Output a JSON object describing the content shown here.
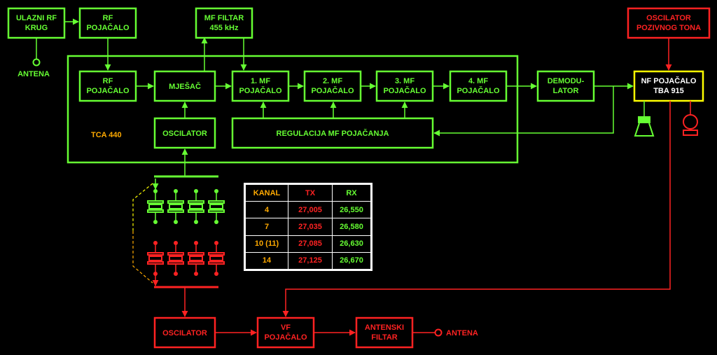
{
  "blocks": {
    "ulazni_rf": [
      "ULAZNI RF",
      "KRUG"
    ],
    "rf_top": [
      "RF",
      "POJAČALO"
    ],
    "mf_filtar": [
      "MF FILTAR",
      "455 kHz"
    ],
    "rf_inner": [
      "RF",
      "POJAČALO"
    ],
    "mjesac": [
      "MJEŠAČ"
    ],
    "mf1": [
      "1. MF",
      "POJAČALO"
    ],
    "mf2": [
      "2. MF",
      "POJAČALO"
    ],
    "mf3": [
      "3. MF",
      "POJAČALO"
    ],
    "mf4": [
      "4. MF",
      "POJAČALO"
    ],
    "demodulator": [
      "DEMODU-",
      "LATOR"
    ],
    "nf_pojacalo": [
      "NF POJAČALO",
      "TBA 915"
    ],
    "oscilator_pozivnog": [
      "OSCILATOR",
      "POZIVNOG TONA"
    ],
    "oscilator_rx": [
      "OSCILATOR"
    ],
    "regulacija": [
      "REGULACIJA MF POJAČANJA"
    ],
    "oscilator_tx": [
      "OSCILATOR"
    ],
    "vf_pojacalo": [
      "VF",
      "POJAČALO"
    ],
    "antenski_filtar": [
      "ANTENSKI",
      "FILTAR"
    ]
  },
  "labels": {
    "antena_rx": "ANTENA",
    "antena_tx": "ANTENA",
    "chip": "TCA 440"
  },
  "table": {
    "headers": [
      "KANAL",
      "TX",
      "RX"
    ],
    "rows": [
      [
        "4",
        "27,005",
        "26,550"
      ],
      [
        "7",
        "27,035",
        "26,580"
      ],
      [
        "10 (11)",
        "27,085",
        "26,630"
      ],
      [
        "14",
        "27,125",
        "26,670"
      ]
    ]
  },
  "colors": {
    "rx_path": "#66ff33",
    "tx_path": "#ff2222",
    "highlight": "#ffff00",
    "label_accent": "#ffaa00",
    "background": "#000000"
  }
}
